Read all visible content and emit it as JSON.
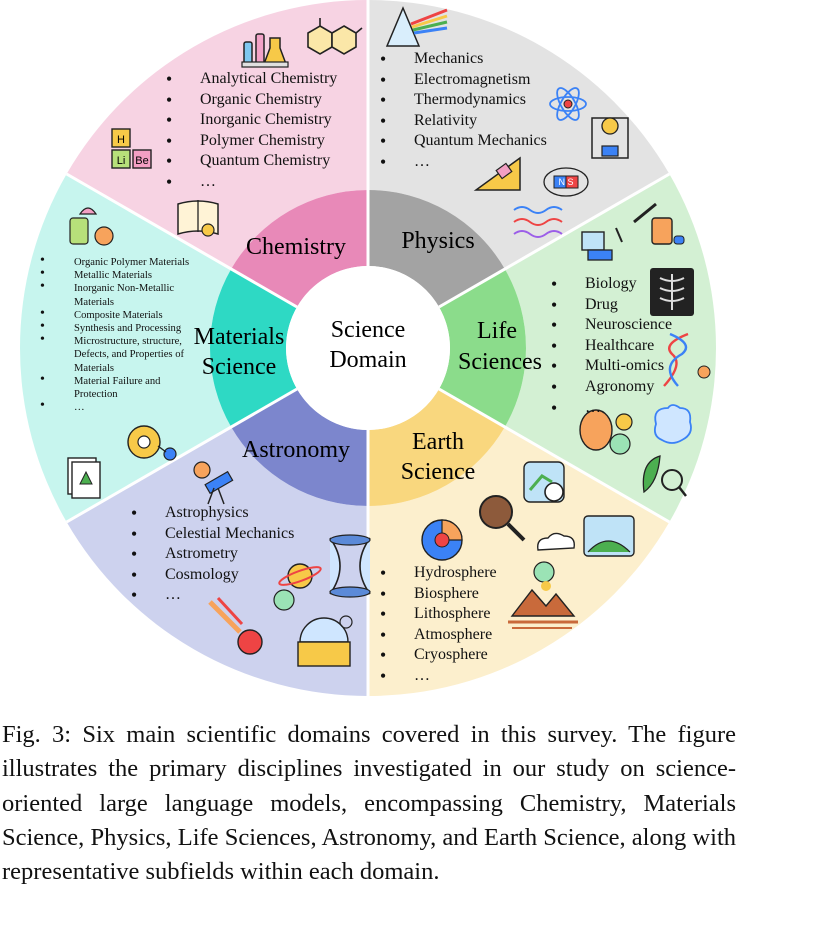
{
  "center": {
    "line1": "Science",
    "line2": "Domain"
  },
  "domains": {
    "chemistry": {
      "label": "Chemistry",
      "items": [
        "Analytical Chemistry",
        "Organic Chemistry",
        "Inorganic Chemistry",
        "Polymer Chemistry",
        "Quantum Chemistry",
        "…"
      ]
    },
    "physics": {
      "label": "Physics",
      "items": [
        "Mechanics",
        "Electromagnetism",
        "Thermodynamics",
        "Relativity",
        "Quantum Mechanics",
        "…"
      ]
    },
    "life": {
      "label_line1": "Life",
      "label_line2": "Sciences",
      "items": [
        "Biology",
        "Drug",
        "Neuroscience",
        "Healthcare",
        "Multi-omics",
        "Agronomy",
        "…"
      ]
    },
    "earth": {
      "label_line1": "Earth",
      "label_line2": "Science",
      "items": [
        "Hydrosphere",
        "Biosphere",
        "Lithosphere",
        "Atmosphere",
        "Cryosphere",
        "…"
      ]
    },
    "astronomy": {
      "label": "Astronomy",
      "items": [
        "Astrophysics",
        "Celestial Mechanics",
        "Astrometry",
        "Cosmology",
        "…"
      ]
    },
    "materials": {
      "label_line1": "Materials",
      "label_line2": "Science",
      "items": [
        "Organic Polymer Materials",
        "Metallic Materials",
        "Inorganic Non-Metallic Materials",
        "Composite Materials",
        "Synthesis and Processing",
        "Microstructure, structure, Defects, and Properties of Materials",
        "Material Failure and Protection",
        "…"
      ]
    }
  },
  "icon_letters": {
    "h": "H",
    "li": "Li",
    "be": "Be",
    "ns": "N S"
  },
  "colors": {
    "chemistry_outer": "#f7d3e3",
    "chemistry_inner": "#e889b8",
    "physics_outer": "#e3e3e3",
    "physics_inner": "#a3a3a3",
    "life_outer": "#d3f0d3",
    "life_inner": "#8bdc8b",
    "earth_outer": "#fcefcd",
    "earth_inner": "#f9d77e",
    "astronomy_outer": "#cdd2ee",
    "astronomy_inner": "#7c86cd",
    "materials_outer": "#c7f5ee",
    "materials_inner": "#2ed9c4"
  },
  "caption": "Fig. 3: Six main scientific domains covered in this survey. The figure illustrates the primary disciplines investigated in our study on science-oriented large language models, encompassing Chemistry, Materials Science, Physics, Life Sciences, Astronomy, and Earth Science, along with representative subfields within each domain."
}
